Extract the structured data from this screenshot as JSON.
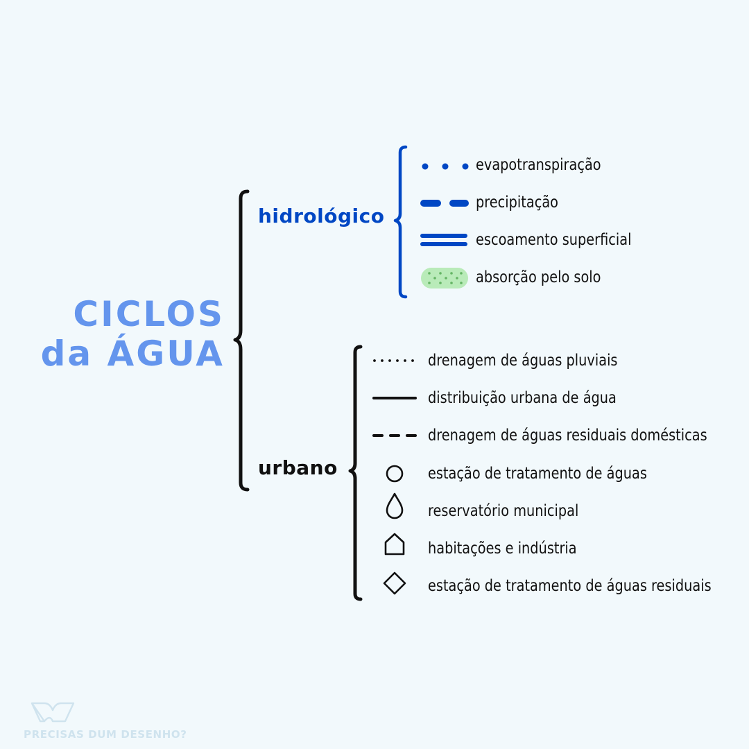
{
  "title": {
    "line1": "CICLOS",
    "line2": "da ÁGUA"
  },
  "colors": {
    "title": "#6495ed",
    "hydro": "#0047c4",
    "urban": "#111111",
    "soil_fill": "#b9ebb9",
    "soil_dots": "#63b463",
    "background": "#f2f9fc",
    "logo": "#cfe3ee"
  },
  "hydrological": {
    "label": "hidrológico",
    "items": [
      {
        "symbol": "dotted-line",
        "label": "evapotranspiração"
      },
      {
        "symbol": "dashed-line",
        "label": "precipitação"
      },
      {
        "symbol": "double-line",
        "label": "escoamento superficial"
      },
      {
        "symbol": "green-dotted-capsule",
        "label": "absorção pelo solo"
      }
    ]
  },
  "urban": {
    "label": "urbano",
    "items": [
      {
        "symbol": "fine-dotted-line",
        "label": "drenagem de águas pluviais"
      },
      {
        "symbol": "solid-line",
        "label": "distribuição urbana de água"
      },
      {
        "symbol": "dashed-line",
        "label": "drenagem de águas residuais domésticas"
      },
      {
        "symbol": "circle-icon",
        "label": "estação de tratamento de águas"
      },
      {
        "symbol": "drop-icon",
        "label": "reservatório municipal"
      },
      {
        "symbol": "house-icon",
        "label": "habitações e indústria"
      },
      {
        "symbol": "diamond-icon",
        "label": "estação de tratamento de águas residuais"
      }
    ]
  },
  "logo": {
    "text": "PRECISAS DUM DESENHO?",
    "icon": "book-icon"
  }
}
